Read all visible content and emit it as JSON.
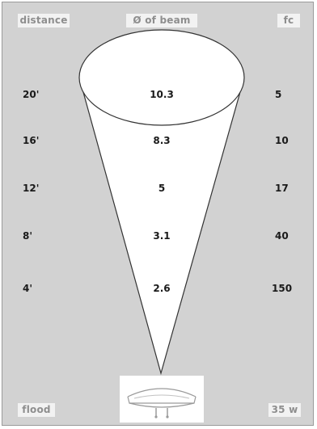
{
  "header": {
    "distance_label": "distance",
    "beam_label": "Ø of beam",
    "fc_label": "fc"
  },
  "rows": [
    {
      "distance": "20'",
      "beam": "10.3",
      "fc": "5"
    },
    {
      "distance": "16'",
      "beam": "8.3",
      "fc": "10"
    },
    {
      "distance": "12'",
      "beam": "5",
      "fc": "17"
    },
    {
      "distance": "8'",
      "beam": "3.1",
      "fc": "40"
    },
    {
      "distance": "4'",
      "beam": "2.6",
      "fc": "150"
    }
  ],
  "footer": {
    "beam_type": "flood",
    "wattage": "35 w"
  },
  "icons": {
    "lamp": "par-lamp-icon"
  },
  "colors": {
    "background": "#d2d2d2",
    "label_bg": "#f2f2f2",
    "label_text": "#8e8e8e",
    "line": "#333333"
  }
}
